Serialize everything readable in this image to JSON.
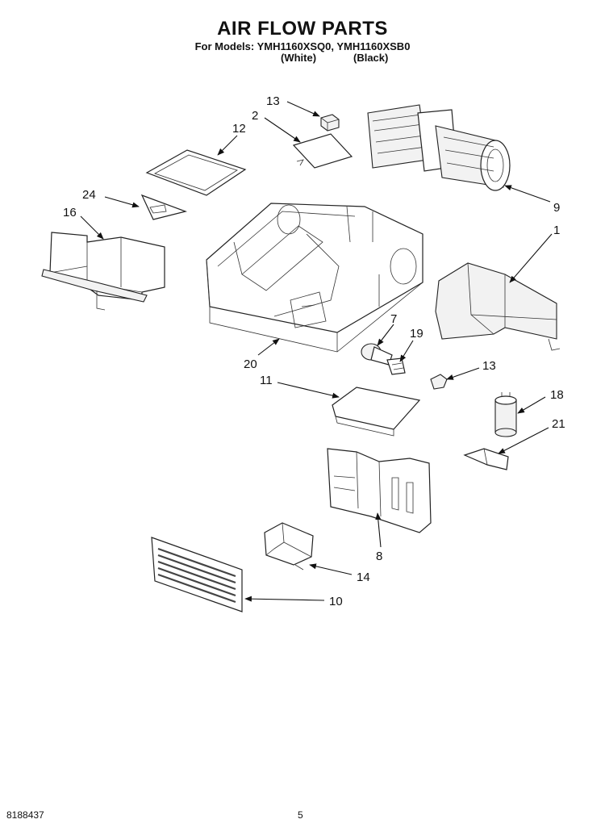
{
  "header": {
    "title": "AIR FLOW PARTS",
    "models_line": "For Models: YMH1160XSQ0, YMH1160XSB0",
    "variant_white": "(White)",
    "variant_black": "(Black)"
  },
  "callouts": {
    "c1": "1",
    "c2": "2",
    "c7": "7",
    "c8": "8",
    "c9": "9",
    "c10": "10",
    "c11": "11",
    "c12": "12",
    "c13a": "13",
    "c13b": "13",
    "c14": "14",
    "c16": "16",
    "c18": "18",
    "c19": "19",
    "c20": "20",
    "c21": "21",
    "c24": "24"
  },
  "footer": {
    "doc_number": "8188437",
    "page_number": "5"
  }
}
